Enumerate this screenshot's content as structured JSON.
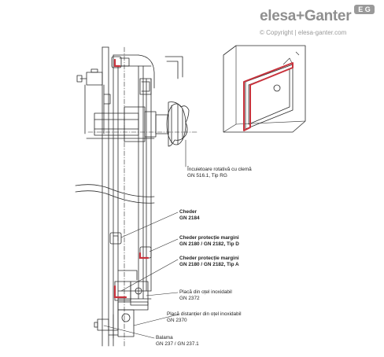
{
  "brand": {
    "name_part1": "elesa",
    "name_sep": "+",
    "name_part2": "Ganter",
    "badge": "E G",
    "copyright": "© Copyright | elesa-ganter.com"
  },
  "labels": [
    {
      "id": "knob",
      "line1": "Încuietoare rotativă cu clemă",
      "line2": "GN 516.1, Tip RG",
      "bold": false
    },
    {
      "id": "seal",
      "line1": "Cheder",
      "line2": "GN 2184",
      "bold": true
    },
    {
      "id": "edge-d",
      "line1": "Cheder protecție margini",
      "line2": "GN 2180 / GN 2182, Tip D",
      "bold": true
    },
    {
      "id": "edge-a",
      "line1": "Cheder protecție margini",
      "line2": "GN 2180 / GN 2182, Tip A",
      "bold": true
    },
    {
      "id": "plate",
      "line1": "Placă din oțel inoxidabil",
      "line2": "GN 2372",
      "bold": false
    },
    {
      "id": "spacer",
      "line1": "Placă distanțier din oțel inoxidabil",
      "line2": "GN 2370",
      "bold": false
    },
    {
      "id": "hinge",
      "line1": "Balama",
      "line2": "GN 237 / GN 237.1",
      "bold": false
    }
  ],
  "colors": {
    "line": "#2a2a2a",
    "seal_red": "#c8323c",
    "logo_grey": "#8f8f8f"
  }
}
